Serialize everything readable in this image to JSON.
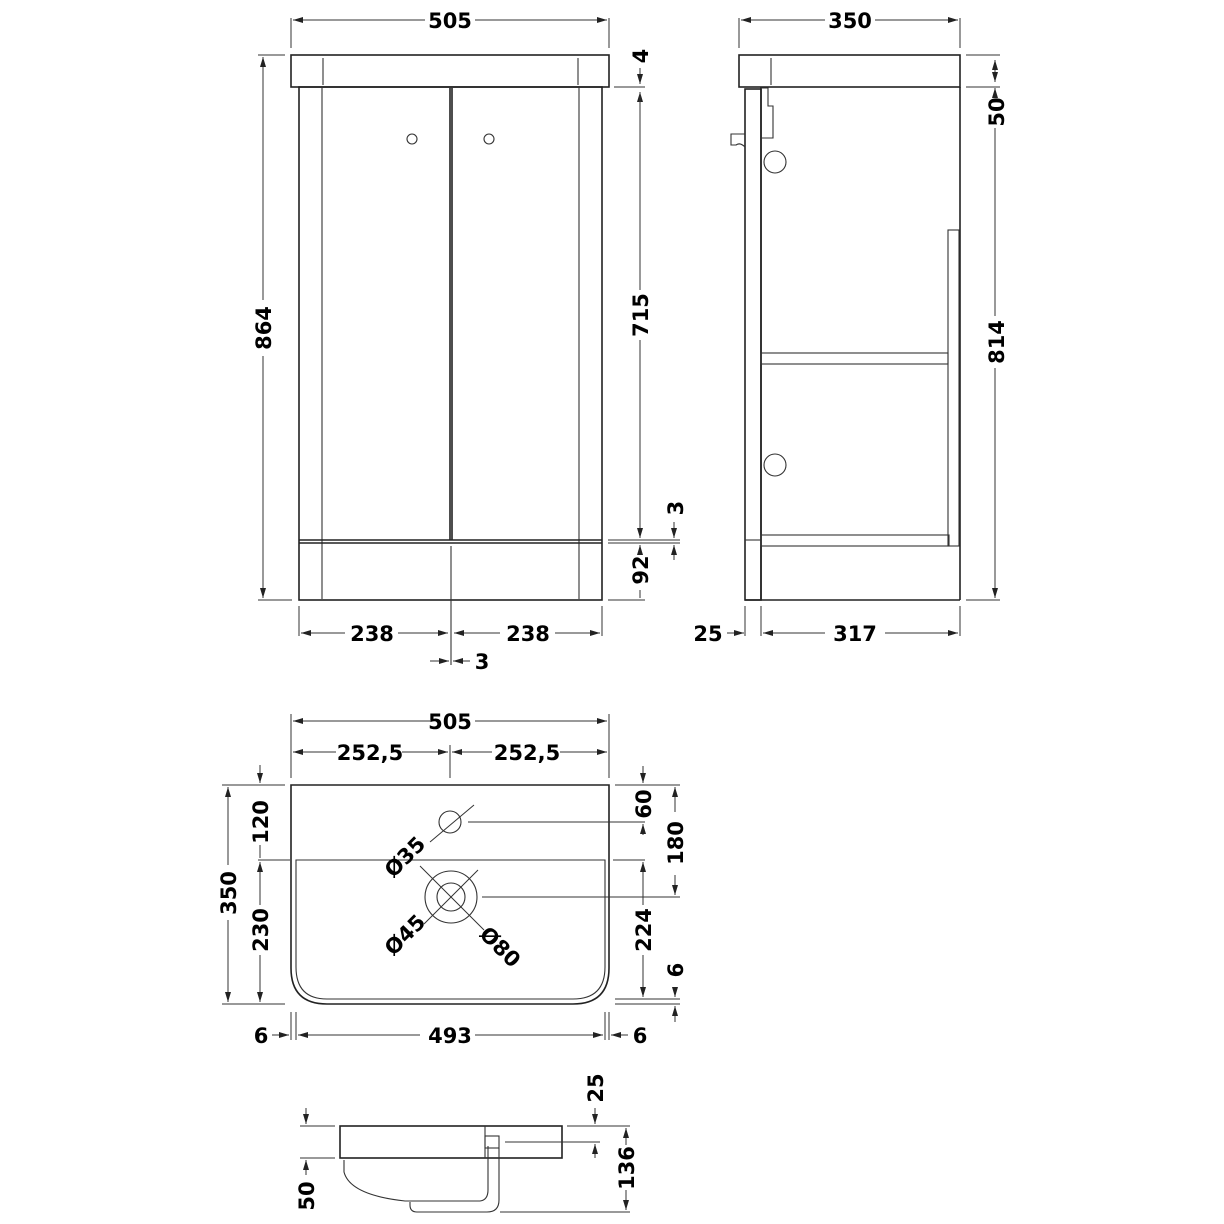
{
  "drawing": {
    "colors": {
      "line": "#222222",
      "text": "#000000",
      "background": "#ffffff"
    },
    "front_view": {
      "width": "505",
      "height": "864",
      "top_gap": "4",
      "door_height": "715",
      "plinth_gap": "3",
      "plinth_height": "92",
      "door_width_left": "238",
      "door_width_right": "238",
      "door_gap": "3"
    },
    "side_view": {
      "depth": "350",
      "top_height": "50",
      "body_height": "814",
      "door_thickness": "25",
      "carcass_depth": "317"
    },
    "basin_plan": {
      "width": "505",
      "half_left": "252,5",
      "half_right": "252,5",
      "depth": "350",
      "rear_to_bowl": "120",
      "bowl_depth": "230",
      "tap_from_rear": "60",
      "waste_from_rear": "180",
      "waste_to_front": "224",
      "front_rim": "6",
      "side_rim_left": "6",
      "bowl_width": "493",
      "side_rim_right": "6",
      "tap_hole_dia": "Ø35",
      "waste_inner_dia": "Ø45",
      "waste_outer_dia": "Ø80"
    },
    "basin_side": {
      "rim_height": "50",
      "overflow_offset": "25",
      "total_height": "136"
    }
  }
}
